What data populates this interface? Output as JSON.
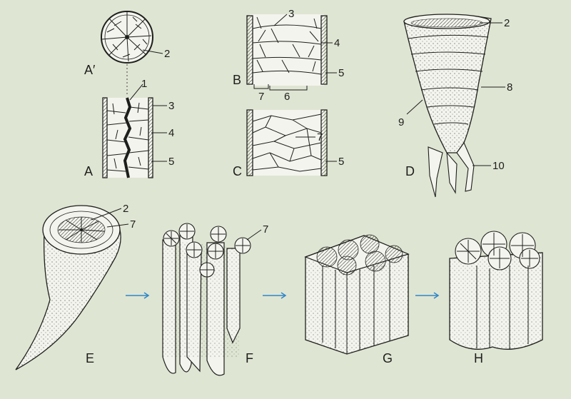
{
  "colors": {
    "background": "#dfe5d3",
    "ink": "#1d1f1c",
    "arrow": "#2e86c8"
  },
  "figures": {
    "a_prime": {
      "letter": "A′",
      "labels": [
        "2"
      ]
    },
    "a": {
      "letter": "A",
      "labels": [
        "1",
        "3",
        "4",
        "5"
      ]
    },
    "b": {
      "letter": "B",
      "labels": [
        "3",
        "4",
        "5",
        "7",
        "6"
      ]
    },
    "c": {
      "letter": "C",
      "labels": [
        "7",
        "5"
      ]
    },
    "d": {
      "letter": "D",
      "labels": [
        "2",
        "8",
        "9",
        "10"
      ]
    },
    "e": {
      "letter": "E",
      "labels": [
        "2",
        "7"
      ]
    },
    "f": {
      "letter": "F",
      "labels": [
        "7"
      ]
    },
    "g": {
      "letter": "G"
    },
    "h": {
      "letter": "H"
    }
  }
}
